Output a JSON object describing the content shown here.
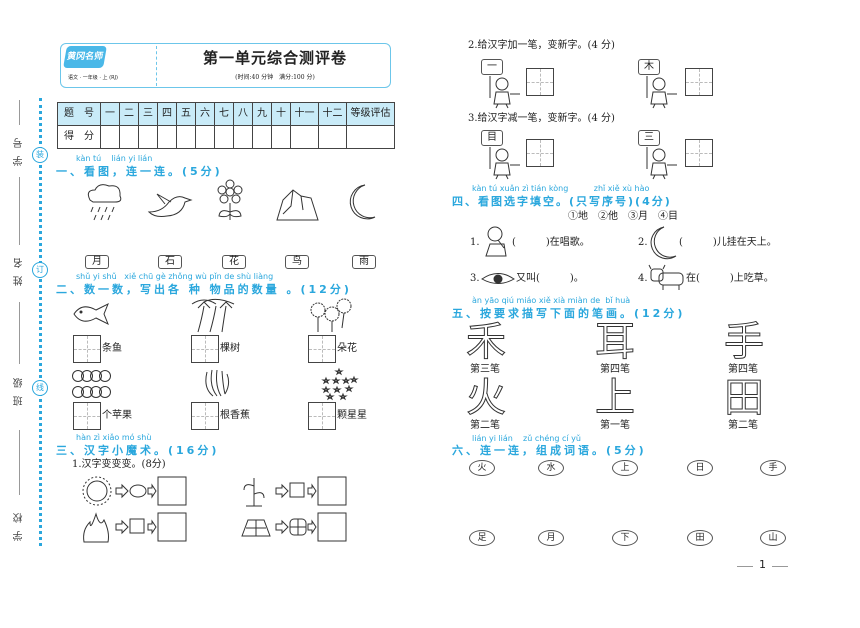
{
  "binding": {
    "labels": [
      "学号",
      "姓名",
      "班级",
      "学校"
    ],
    "circles": [
      "装",
      "订",
      "线"
    ]
  },
  "header": {
    "logo_text": "黄冈名师",
    "subject": "语文 · 一年级 · 上 (RJ)",
    "title": "第一单元综合测评卷",
    "subtitle": "(时间:40 分钟　满分:100 分)"
  },
  "score_table": {
    "row1": [
      "题　号",
      "一",
      "二",
      "三",
      "四",
      "五",
      "六",
      "七",
      "八",
      "九",
      "十",
      "十一",
      "十二",
      "等级评估"
    ],
    "row2_label": "得　分"
  },
  "s1": {
    "pinyin": "kàn tú    lián yi lián",
    "heading": "一、看图，连一连。(5分)",
    "words": [
      "月",
      "石",
      "花",
      "鸟",
      "雨"
    ]
  },
  "s2": {
    "pinyin": "shǔ yi shǔ   xiě chū gè zhǒng wù pǐn de shù liàng",
    "heading": "二、数一数，写出各 种 物品的数量 。(12分)",
    "items": [
      "条鱼",
      "棵树",
      "朵花",
      "个苹果",
      "根香蕉",
      "颗星星"
    ]
  },
  "s3": {
    "pinyin": "hàn zì xiǎo mó shù",
    "heading": "三、汉字小魔术。(16分)",
    "q1": "1.汉字变变变。(8分)",
    "q2": "2.给汉字加一笔，变新字。(4 分)",
    "q2_chars": [
      "一",
      "木"
    ],
    "q3": "3.给汉字减一笔，变新字。(4 分)",
    "q3_chars": [
      "目",
      "三"
    ]
  },
  "s4": {
    "pinyin": "kàn tú xuǎn zì tián kòng          zhǐ xiě xù hào",
    "heading": "四、看图选字填空。(只写序号)(4分)",
    "options": "①地　②他　③月　④目",
    "items": [
      "1.",
      "(　　　)在唱歌。",
      "2.",
      "(　　　)儿挂在天上。",
      "3.",
      "又叫(　　　)。",
      "4.",
      "在(　　　)上吃草。"
    ]
  },
  "s5": {
    "pinyin": "àn yāo qiú miáo xiě xià miàn de  bǐ huà",
    "heading": "五、按要求描写下面的笔画。(12分)",
    "chars": [
      "禾",
      "耳",
      "手",
      "火",
      "上",
      "田"
    ],
    "labels": [
      "第三笔",
      "第四笔",
      "第四笔",
      "第二笔",
      "第一笔",
      "第二笔"
    ]
  },
  "s6": {
    "pinyin": "lián yi lián    zǔ chéng cí yǔ",
    "heading": "六、连一连，组成词语。(5分)",
    "top": [
      "火",
      "水",
      "上",
      "日",
      "手"
    ],
    "bottom": [
      "足",
      "月",
      "下",
      "田",
      "山"
    ]
  },
  "page_number": "1"
}
